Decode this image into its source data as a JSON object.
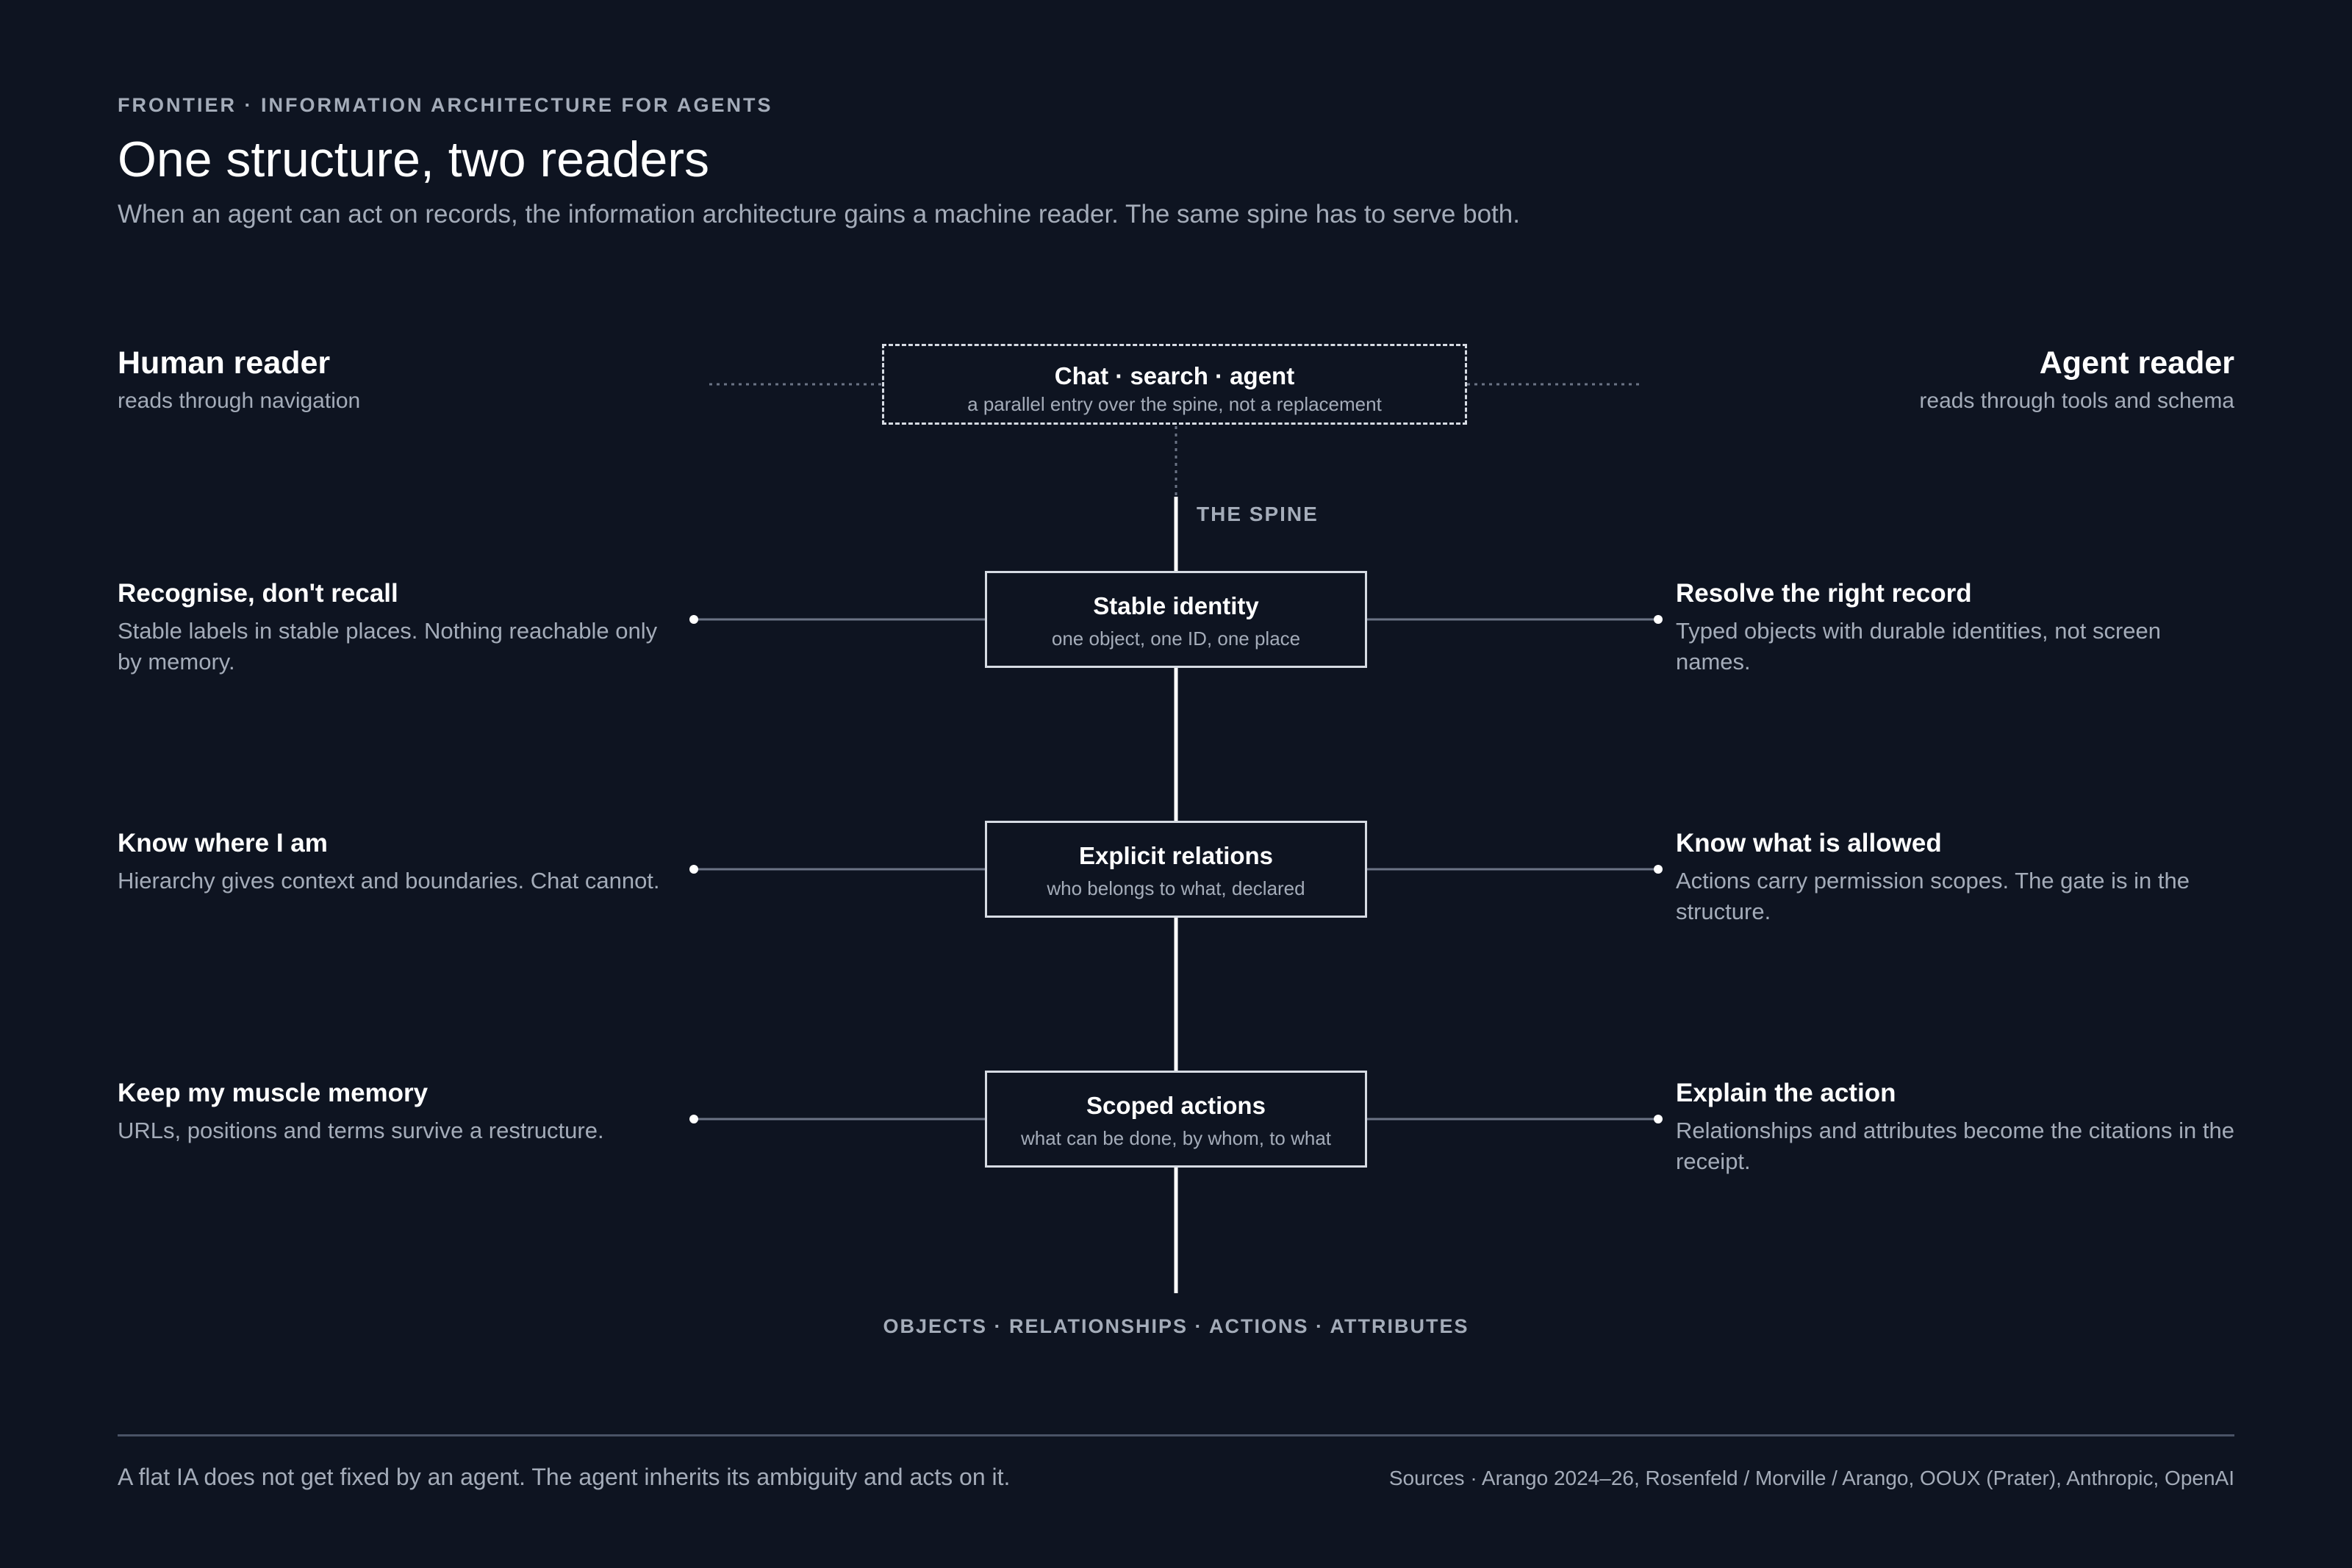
{
  "header": {
    "eyebrow": "FRONTIER · INFORMATION ARCHITECTURE FOR AGENTS",
    "title": "One structure, two readers",
    "subtitle": "When an agent can act on records, the information architecture gains a machine reader. The same spine has to serve both."
  },
  "human_reader": {
    "title": "Human reader",
    "subtitle": "reads through navigation"
  },
  "agent_reader": {
    "title": "Agent reader",
    "subtitle": "reads through tools and schema"
  },
  "entry": {
    "title": "Chat · search · agent",
    "subtitle": "a parallel entry over the spine, not a replacement"
  },
  "spine": {
    "label": "THE SPINE",
    "nodes": [
      {
        "title": "Stable identity",
        "subtitle": "one object, one ID, one place"
      },
      {
        "title": "Explicit relations",
        "subtitle": "who belongs to what, declared"
      },
      {
        "title": "Scoped actions",
        "subtitle": "what can be done, by whom, to what"
      }
    ],
    "layers": "OBJECTS · RELATIONSHIPS · ACTIONS · ATTRIBUTES"
  },
  "human_needs": [
    {
      "title": "Recognise, don't recall",
      "body": "Stable labels in stable places. Nothing reachable only by memory."
    },
    {
      "title": "Know where I am",
      "body": "Hierarchy gives context and boundaries. Chat cannot."
    },
    {
      "title": "Keep my muscle memory",
      "body": "URLs, positions and terms survive a restructure."
    }
  ],
  "agent_needs": [
    {
      "title": "Resolve the right record",
      "body": "Typed objects with durable identities, not screen names."
    },
    {
      "title": "Know what is allowed",
      "body": "Actions carry permission scopes. The gate is in the structure."
    },
    {
      "title": "Explain the action",
      "body": "Relationships and attributes become the citations in the receipt."
    }
  ],
  "footer": {
    "note": "A flat IA does not get fixed by an agent. The agent inherits its ambiguity and acts on it.",
    "sources": "Sources · Arango 2024–26, Rosenfeld / Morville / Arango, OOUX (Prater), Anthropic, OpenAI"
  }
}
